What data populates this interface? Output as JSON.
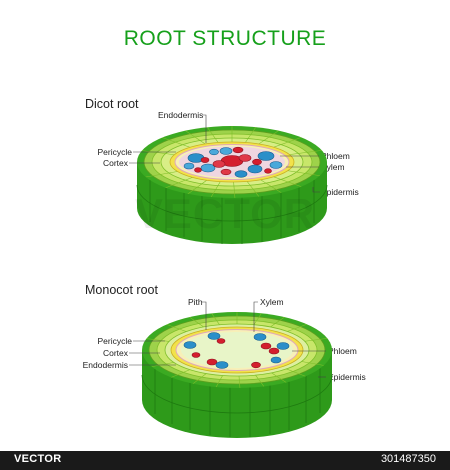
{
  "title": "ROOT STRUCTURE",
  "dicot": {
    "heading": "Dicot root",
    "labels": {
      "endodermis": "Endodermis",
      "pericycle": "Pericycle",
      "cortex": "Cortex",
      "phloem": "Phloem",
      "xylem": "Xylem",
      "epidermis": "Epidermis"
    }
  },
  "monocot": {
    "heading": "Monocot root",
    "labels": {
      "pith": "Pith",
      "xylem": "Xylem",
      "pericycle": "Pericycle",
      "cortex": "Cortex",
      "endodermis": "Endodermis",
      "phloem": "Phloem",
      "epidermis": "Epidermis"
    }
  },
  "watermark": {
    "brand": "VECTOR",
    "overlay": "VECTOR",
    "image_id": "301487350"
  },
  "colors": {
    "title": "#16A01B",
    "epidermis_side": "#2E9A1A",
    "cortex": "#C8E66A",
    "cortex_dark": "#7FBE2A",
    "endodermis": "#F2E24A",
    "phloem": "#D41E2E",
    "xylem": "#2B8FC9",
    "pith": "#E8F5C8"
  }
}
